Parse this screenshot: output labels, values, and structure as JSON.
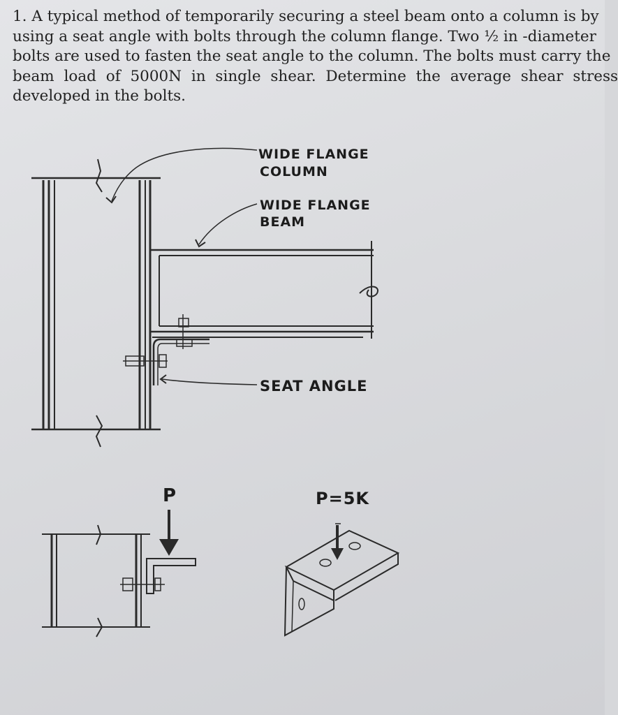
{
  "problem": {
    "lines": [
      "1. A typical method of temporarily securing a steel beam onto a column is by",
      "using a seat angle with bolts through the column flange. Two ½ in -diameter",
      "bolts are used to fasten the seat angle to the column. The bolts must carry the",
      "beam load of 5000N in single shear. Determine the average shear stress",
      "developed in the bolts."
    ]
  },
  "diagram": {
    "label_column_1": "WIDE FLANGE",
    "label_column_2": "COLUMN",
    "label_beam_1": "WIDE FLANGE",
    "label_beam_2": "BEAM",
    "label_seat_angle": "SEAT ANGLE",
    "label_load_small": "P",
    "label_load_large": "P=5K"
  }
}
